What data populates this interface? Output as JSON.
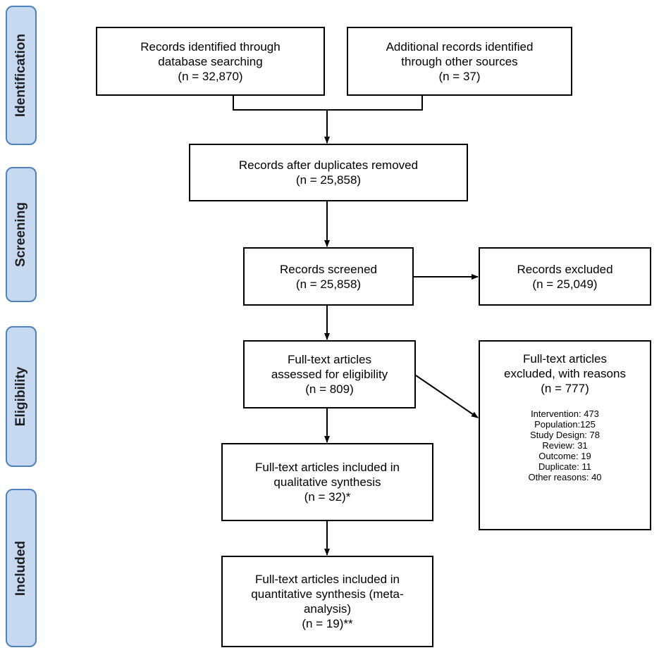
{
  "phases": {
    "identification": "Identification",
    "screening": "Screening",
    "eligibility": "Eligibility",
    "included": "Included"
  },
  "boxes": {
    "database": [
      "Records identified through",
      "database searching",
      "(n = 32,870)"
    ],
    "other_sources": [
      "Additional records identified",
      "through other sources",
      "(n = 37)"
    ],
    "duplicates_removed": [
      "Records after duplicates removed",
      "(n = 25,858)"
    ],
    "screened": [
      "Records screened",
      "(n = 25,858)"
    ],
    "screened_excluded": [
      "Records excluded",
      "(n = 25,049)"
    ],
    "fulltext_assessed": [
      "Full-text articles",
      "assessed for eligibility",
      "(n = 809)"
    ],
    "fulltext_excluded": [
      "Full-text articles",
      "excluded, with reasons",
      "(n = 777)"
    ],
    "exclusion_reasons": [
      "Intervention: 473",
      "Population:125",
      "Study Design: 78",
      "Review: 31",
      "Outcome: 19",
      "Duplicate: 11",
      "Other reasons: 40"
    ],
    "qualitative": [
      "Full-text articles included in",
      "qualitative synthesis",
      "(n = 32)*"
    ],
    "quantitative": [
      "Full-text articles included in",
      "quantitative synthesis (meta-",
      "analysis)",
      "(n = 19)**"
    ]
  }
}
